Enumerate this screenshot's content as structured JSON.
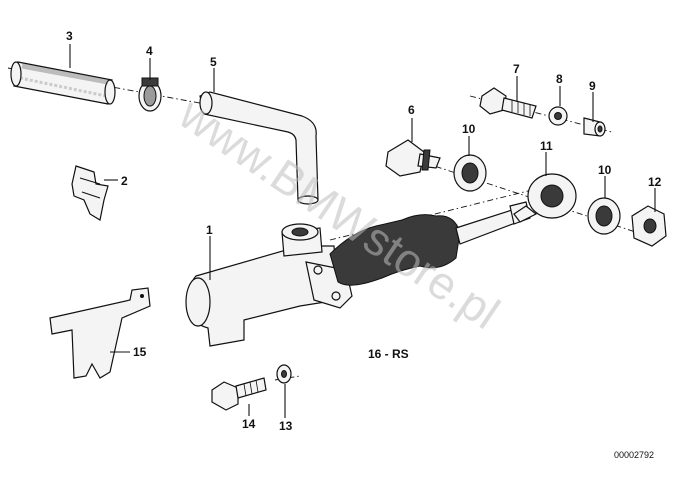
{
  "diagram": {
    "labels": {
      "p1": "1",
      "p2": "2",
      "p3": "3",
      "p4": "4",
      "p5": "5",
      "p6": "6",
      "p7": "7",
      "p8": "8",
      "p9": "9",
      "p10a": "10",
      "p10b": "10",
      "p11": "11",
      "p12": "12",
      "p13": "13",
      "p14": "14",
      "p15": "15"
    },
    "set_label": "16 - RS",
    "drawing_code": "00002792",
    "watermark": "www.BMWstore.pl"
  }
}
